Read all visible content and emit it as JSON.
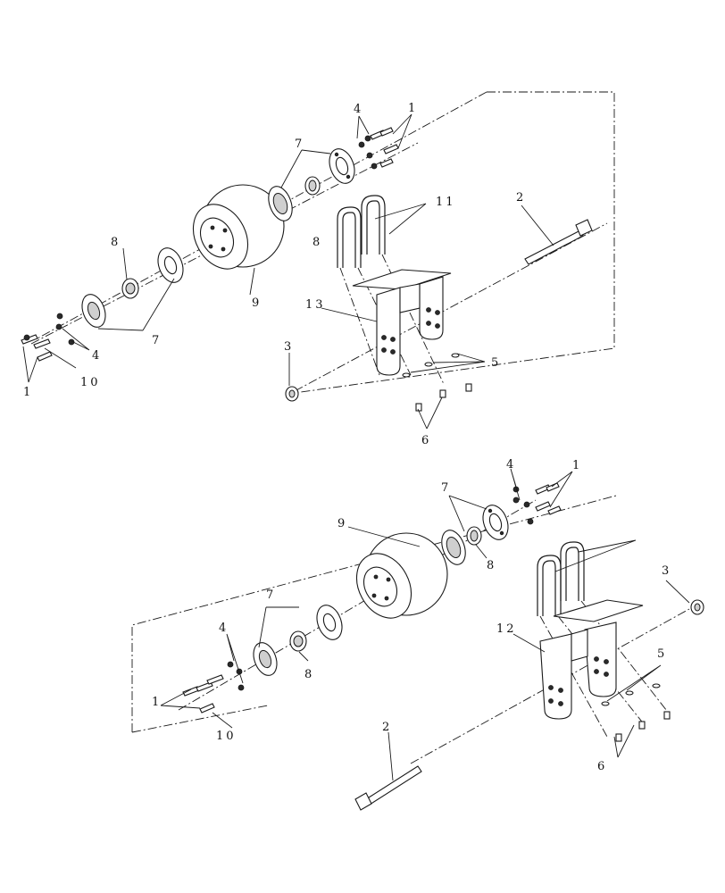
{
  "diagram": {
    "upper_assembly": {
      "callouts": {
        "bolt": "1",
        "axle_bolt": "2",
        "axle_nut": "3",
        "lock_washer": "4",
        "ubolt_washer": "5",
        "ubolt_nut": "6",
        "bearing_flange": "7",
        "bearing": "8",
        "wheel": "9",
        "carriage_bolt": "10",
        "u_bolt": "11",
        "bracket": "13"
      }
    },
    "lower_assembly": {
      "callouts": {
        "bolt": "1",
        "axle_bolt": "2",
        "axle_nut": "3",
        "lock_washer": "4",
        "ubolt_washer": "5",
        "ubolt_nut": "6",
        "bearing_flange": "7",
        "bearing": "8",
        "wheel": "9",
        "carriage_bolt": "10",
        "bracket": "12"
      }
    }
  }
}
